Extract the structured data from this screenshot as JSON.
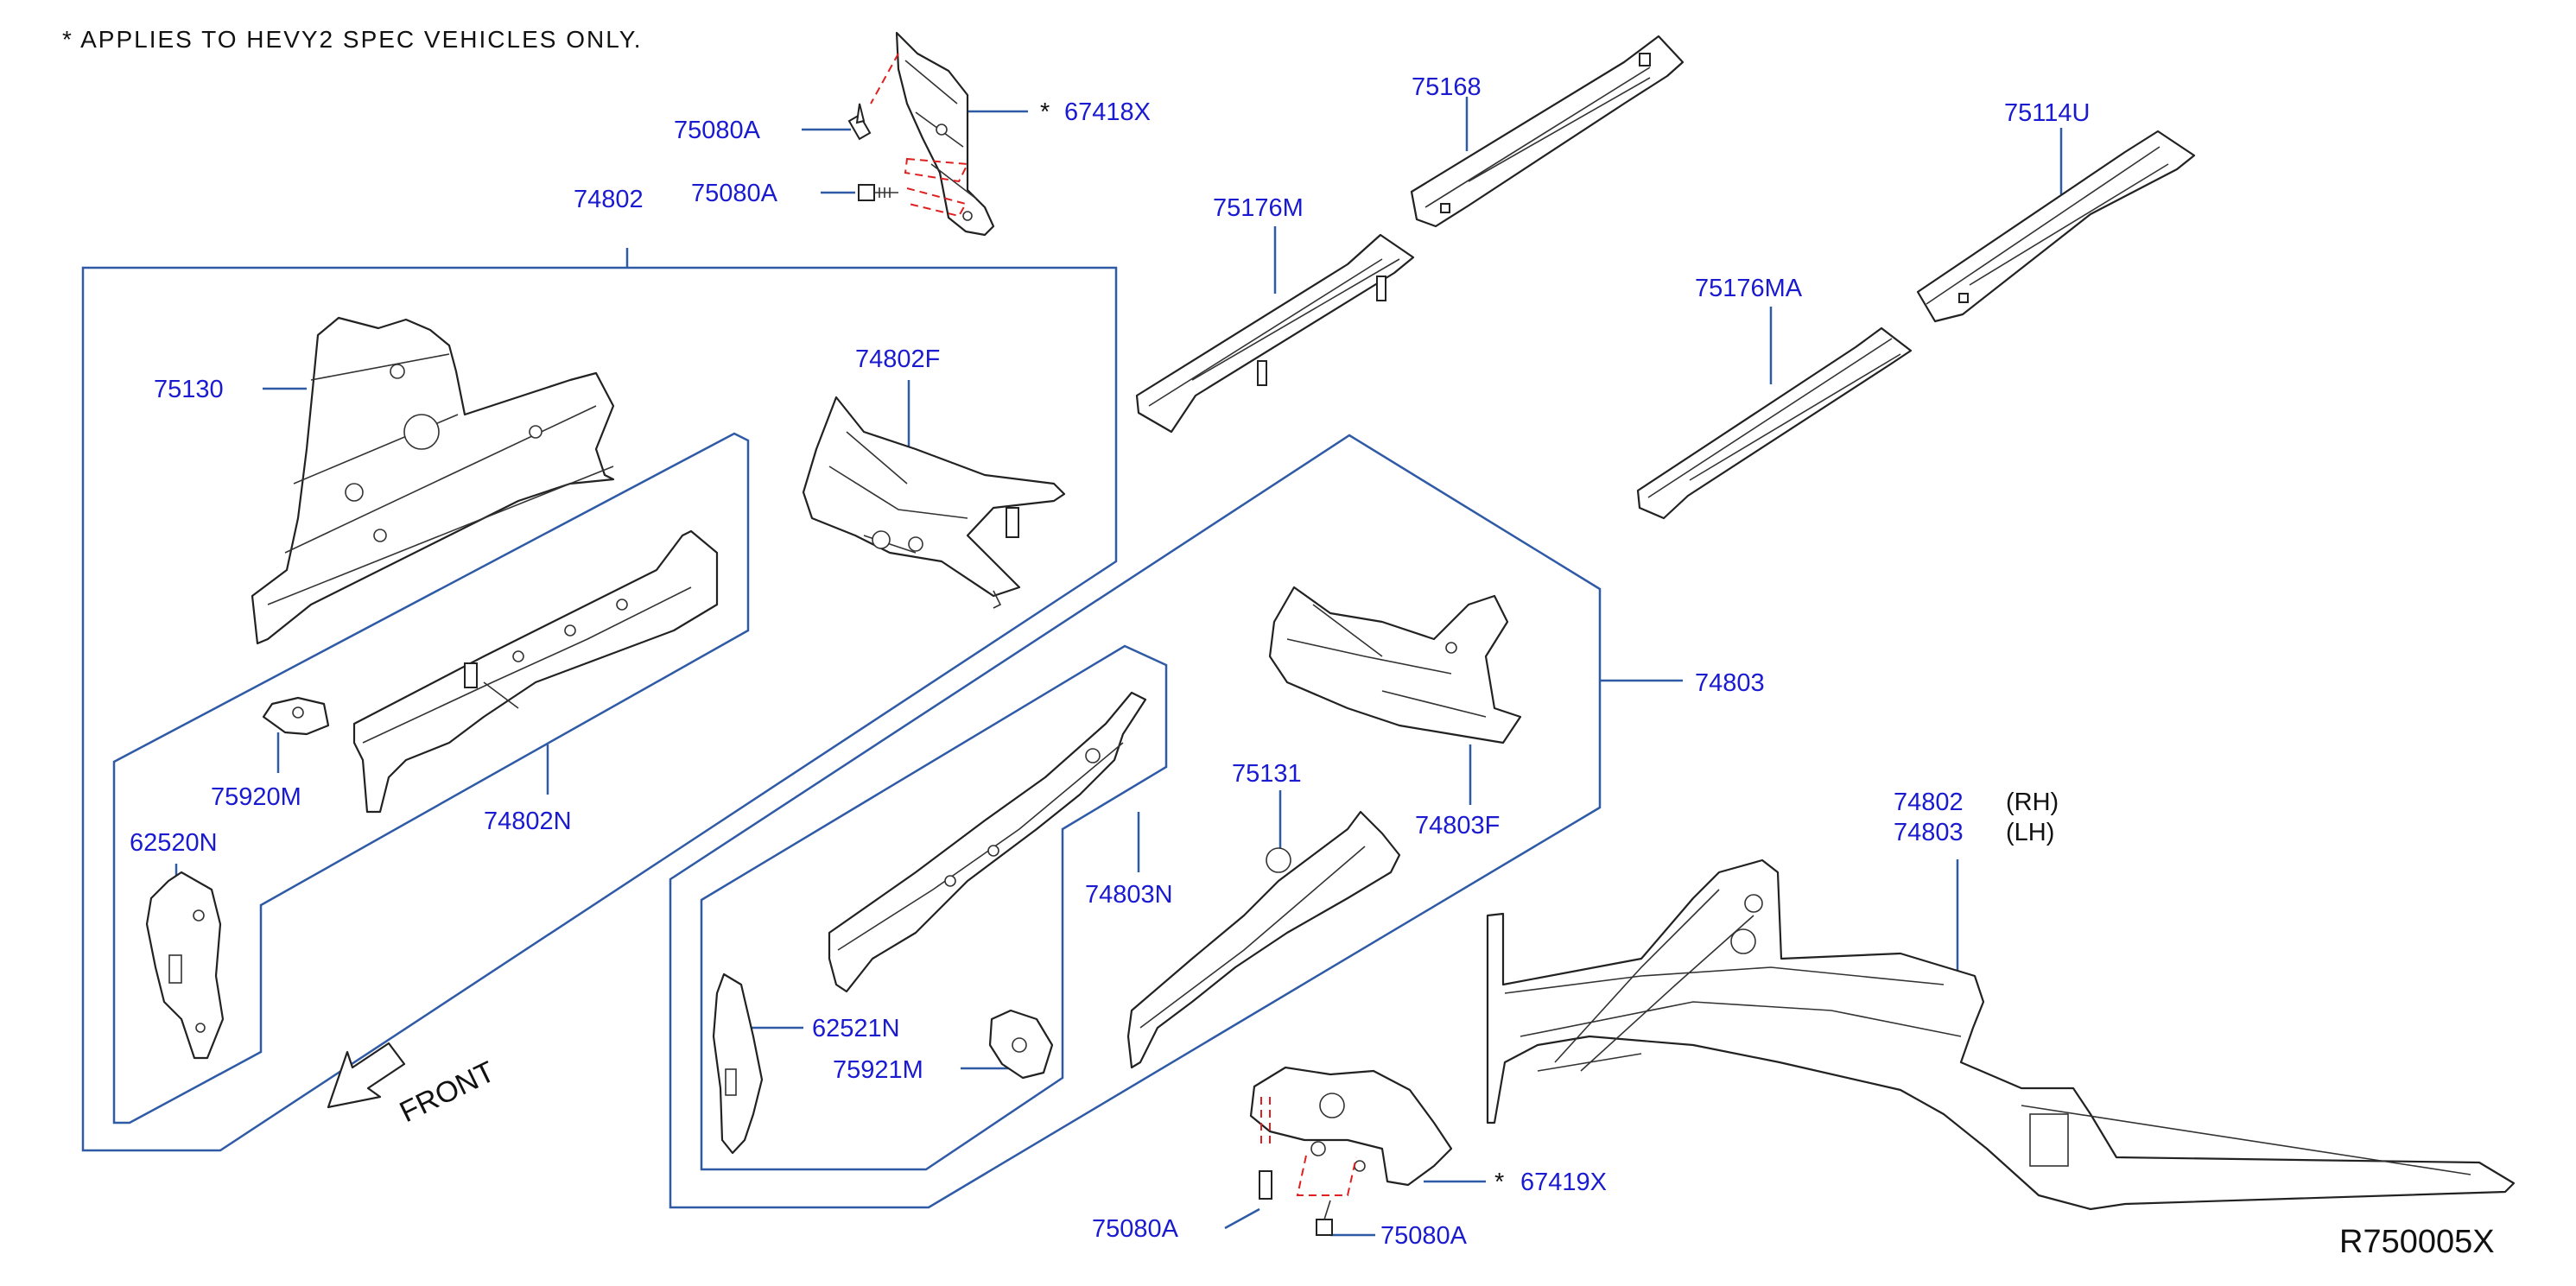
{
  "note": "* APPLIES TO HEVY2 SPEC VEHICLES ONLY.",
  "diagram_code": "R750005X",
  "front_label": "FRONT",
  "callouts": {
    "p_75080A_1": "75080A",
    "p_75080A_2": "75080A",
    "p_75080A_3": "75080A",
    "p_75080A_4": "75080A",
    "p_67418X": "67418X",
    "p_67419X": "67419X",
    "asterisk": "*",
    "p_74802": "74802",
    "p_75130": "75130",
    "p_74802F": "74802F",
    "p_75920M": "75920M",
    "p_74802N": "74802N",
    "p_62520N": "62520N",
    "p_75168": "75168",
    "p_75176M": "75176M",
    "p_75114U": "75114U",
    "p_75176MA": "75176MA",
    "p_74803": "74803",
    "p_74803F": "74803F",
    "p_74803N": "74803N",
    "p_75131": "75131",
    "p_62521N": "62521N",
    "p_75921M": "75921M",
    "p_74802_rh": "74802",
    "p_74803_lh": "74803",
    "rh": "(RH)",
    "lh": "(LH)"
  }
}
